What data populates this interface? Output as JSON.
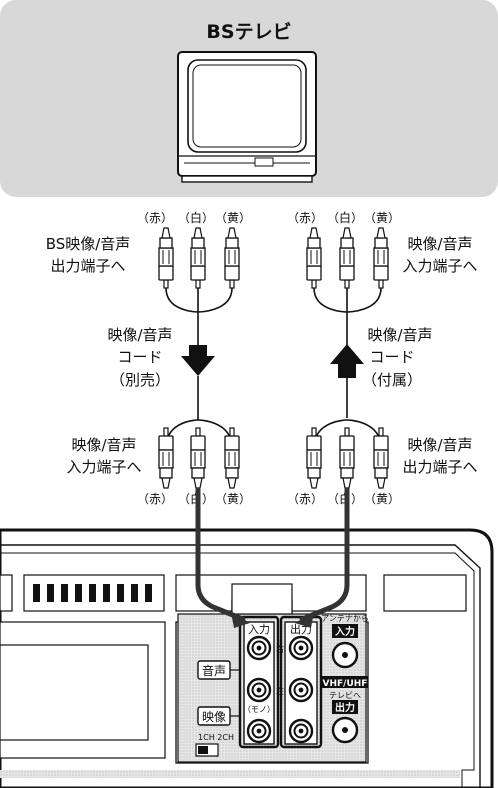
{
  "tv": {
    "title": "BSテレビ"
  },
  "colors": [
    "（赤）",
    "（白）",
    "（黄）"
  ],
  "left_top_label": [
    "BS映像/音声",
    "出力端子へ"
  ],
  "right_top_label": [
    "映像/音声",
    "入力端子へ"
  ],
  "left_cord": [
    "映像/音声",
    "コード",
    "（別売）"
  ],
  "right_cord": [
    "映像/音声",
    "コード",
    "（付属）"
  ],
  "left_bottom_label": [
    "映像/音声",
    "入力端子へ"
  ],
  "right_bottom_label": [
    "映像/音声",
    "出力端子へ"
  ],
  "vcr": {
    "input_label": "入力",
    "output_label": "出力",
    "right_label": "右",
    "left_label": "左",
    "mono_label": "（モノ）",
    "audio_label": "音声",
    "video_label": "映像",
    "antenna_label": "アンテナから",
    "antenna_in": "入力",
    "vhf_uhf": "VHF/UHF",
    "to_tv": "テレビへ",
    "rf_out": "出力",
    "ch_switch": "1CH  2CH"
  }
}
